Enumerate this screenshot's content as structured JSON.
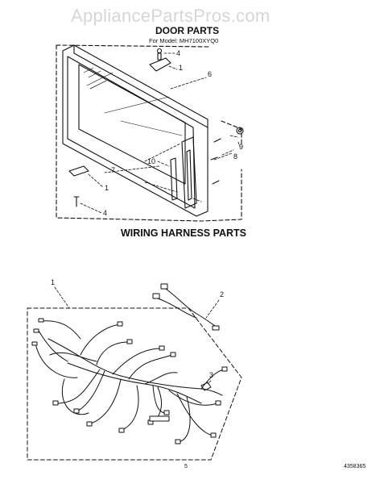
{
  "watermark": "AppliancePartsPros.com",
  "door_section": {
    "title": "DOOR PARTS",
    "model_line": "For Model: MH7100XYQ0",
    "callouts": [
      "4",
      "1",
      "6",
      "9",
      "8",
      "10",
      "7",
      "1",
      "4"
    ]
  },
  "wiring_section": {
    "title": "WIRING HARNESS PARTS",
    "callouts": [
      "1",
      "2",
      "3"
    ]
  },
  "footer": {
    "page_number": "5",
    "document_code": "4358365"
  }
}
